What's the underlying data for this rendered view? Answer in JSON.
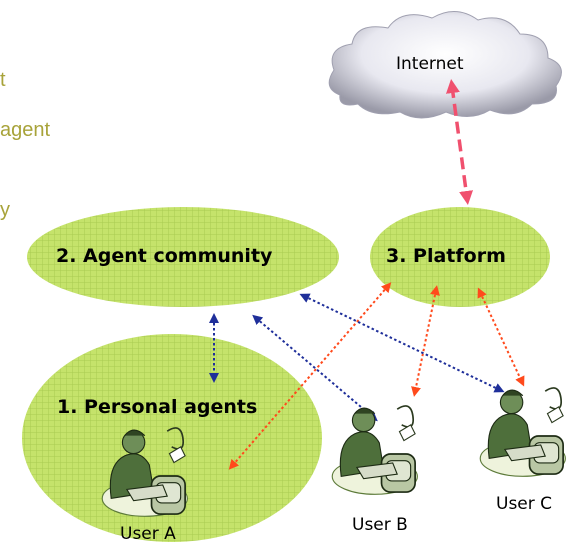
{
  "side_text": {
    "line1": "t",
    "line2": "agent",
    "line3": "y"
  },
  "nodes": {
    "internet": "Internet",
    "community": "2. Agent community",
    "platform": "3. Platform",
    "personal": "1. Personal agents"
  },
  "users": {
    "a": "User A",
    "b": "User B",
    "c": "User C"
  },
  "colors": {
    "ellipse_fill": "#c5e36b",
    "grid_line": "#a9cb52",
    "internet_link": "#f0506e",
    "platform_link": "#ff4a1c",
    "community_link": "#1f2f9a",
    "side_text": "#a8a33a"
  },
  "icons": {
    "user": "person-at-computer-icon",
    "cloud": "cloud-icon"
  }
}
